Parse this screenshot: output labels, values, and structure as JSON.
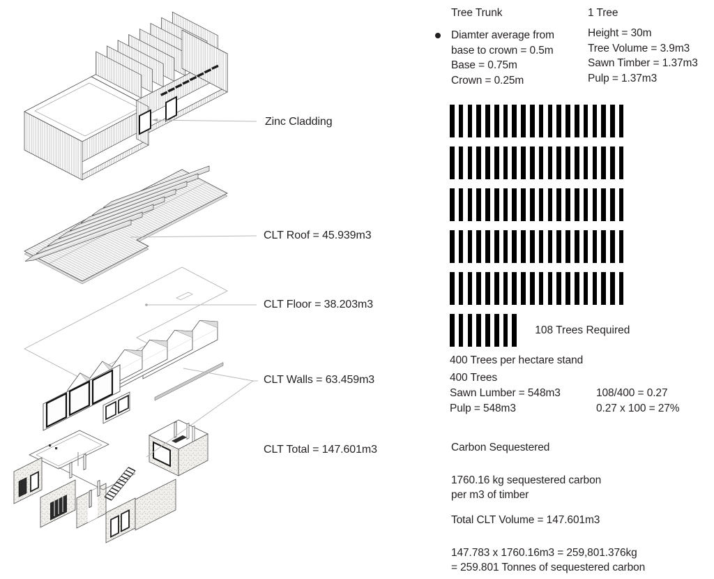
{
  "diagram": {
    "labels": [
      "Zinc Cladding",
      "CLT Roof = 45.939m3",
      "CLT Floor = 38.203m3",
      "CLT Walls = 63.459m3",
      "CLT Total = 147.601m3"
    ]
  },
  "right_panel": {
    "tree_trunk": {
      "title": "Tree Trunk",
      "lines": [
        "Diamter average from",
        "base to crown = 0.5m",
        "Base = 0.75m",
        "Crown = 0.25m"
      ]
    },
    "one_tree": {
      "title": "1 Tree",
      "lines": [
        "Height = 30m",
        "Tree Volume = 3.9m3",
        "Sawn Timber = 1.37m3",
        "Pulp = 1.37m3"
      ]
    },
    "tally": {
      "full_rows": 5,
      "bars_per_row": 20,
      "partial_row_bars": 8,
      "total_label": "108 Trees Required"
    },
    "hectare": {
      "line1": "400 Trees per hectare stand",
      "line2": "400 Trees",
      "line3": "Sawn Lumber = 548m3",
      "line4": "Pulp = 548m3",
      "calc1": "108/400 = 0.27",
      "calc2": "0.27 x 100 = 27%"
    },
    "carbon": {
      "title": "Carbon Sequestered",
      "line1": "1760.16 kg sequestered carbon",
      "line2": "per m3 of timber",
      "total": "Total CLT Volume = 147.601m3",
      "calc1": "147.783 x 1760.16m3 = 259,801.376kg",
      "calc2": "= 259.801 Tonnes of sequestered carbon"
    }
  },
  "colors": {
    "text": "#231f20",
    "tally_bar": "#000000",
    "leader_line": "#b8b8b8"
  }
}
